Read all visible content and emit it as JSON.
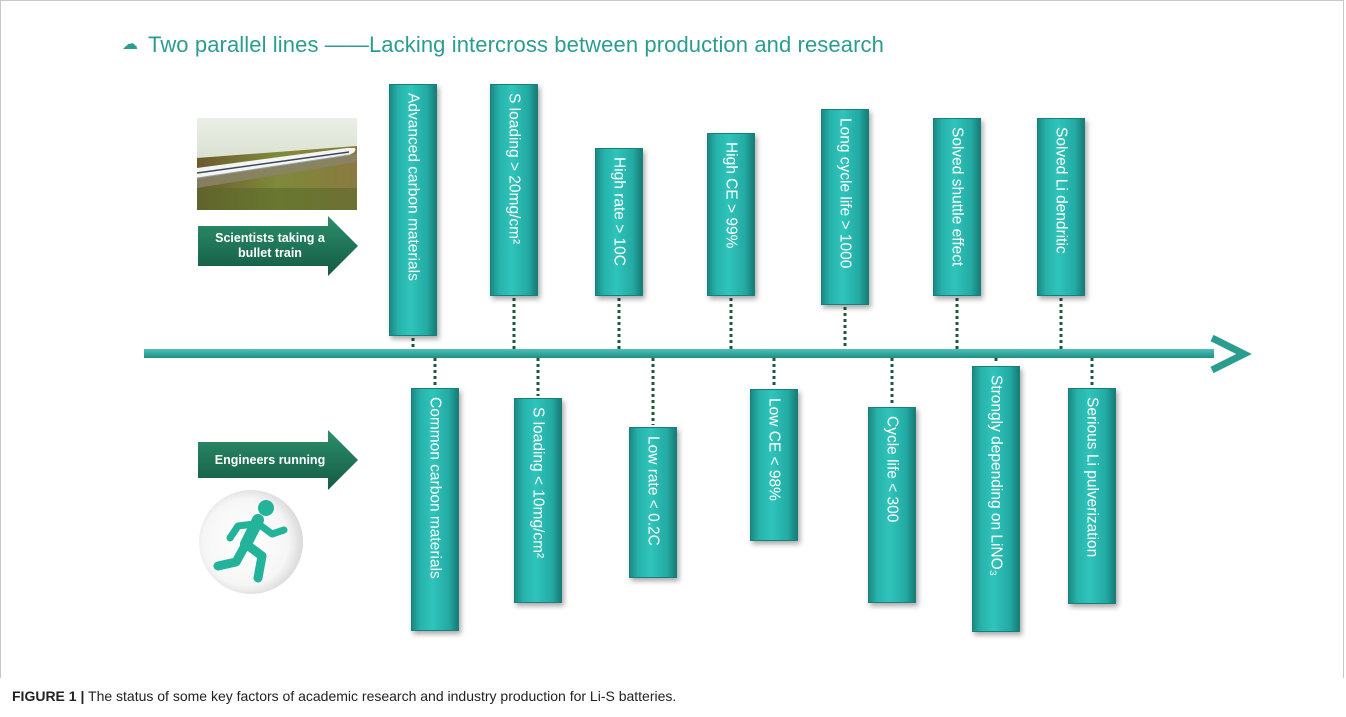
{
  "header": {
    "title": "Two parallel lines ——Lacking intercross between production and research"
  },
  "scientists_tag": {
    "label": "Scientists taking a bullet train"
  },
  "engineers_tag": {
    "label": "Engineers running"
  },
  "research_factors": [
    "Advanced  carbon materials",
    "S loading > 20mg/cm²",
    "High rate > 10C",
    "High CE > 99%",
    "Long cycle life > 1000",
    "Solved shuttle effect",
    "Solved Li dendritic"
  ],
  "production_factors": [
    "Common carbon materials",
    "S loading < 10mg/cm²",
    "Low rate < 0.2C",
    "Low CE < 98%",
    "Cycle life < 300",
    "Strongly depending on LiNO₃",
    "Serious Li pulverization"
  ],
  "caption": {
    "label": "FIGURE 1 |",
    "text": " The status of some key factors of academic research and industry production for Li-S batteries."
  },
  "colors": {
    "teal": "#2a9d8f",
    "bar": "#2ec4bb",
    "tag": "#1f7a5c",
    "dots": "#1e5a3a"
  },
  "icons": {
    "header": "cloud-icon",
    "train": "bullet-train-photo",
    "runner": "running-person-icon"
  }
}
